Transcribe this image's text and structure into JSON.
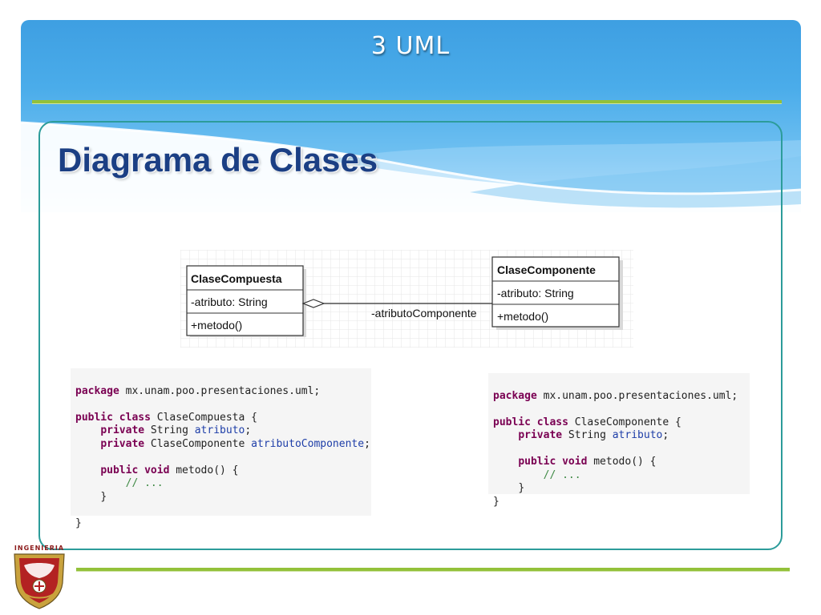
{
  "slide": {
    "title": "3 UML",
    "section_title": "Diagrama de Clases"
  },
  "diagram": {
    "left_class": {
      "name": "ClaseCompuesta",
      "attribute": "-atributo: String",
      "method": "+metodo()"
    },
    "right_class": {
      "name": "ClaseComponente",
      "attribute": "-atributo: String",
      "method": "+metodo()"
    },
    "association_label": "-atributoComponente"
  },
  "code_left": {
    "package_kw": "package",
    "package_rest": " mx.unam.poo.presentaciones.uml;",
    "class_kw": "public class",
    "class_rest": " ClaseCompuesta {",
    "field1_kw": "private",
    "field1_type": " String ",
    "field1_name": "atributo",
    "field1_end": ";",
    "field2_kw": "private",
    "field2_type": " ClaseComponente ",
    "field2_name": "atributoComponente",
    "field2_end": ";",
    "method_kw": "public void",
    "method_rest": " metodo() {",
    "comment": "// ...",
    "close_method": "}",
    "close_class": "}"
  },
  "code_right": {
    "package_kw": "package",
    "package_rest": " mx.unam.poo.presentaciones.uml;",
    "class_kw": "public class",
    "class_rest": " ClaseComponente {",
    "field1_kw": "private",
    "field1_type": " String ",
    "field1_name": "atributo",
    "field1_end": ";",
    "method_kw": "public void",
    "method_rest": " metodo() {",
    "comment": "// ...",
    "close_method": "}",
    "close_class": "}"
  },
  "logo": {
    "text": "INGENIERIA"
  },
  "colors": {
    "header_blue": "#3e9fe2",
    "title_navy": "#1b3f84",
    "rule_green": "#93c13a",
    "frame_teal": "#2c9c9a"
  }
}
